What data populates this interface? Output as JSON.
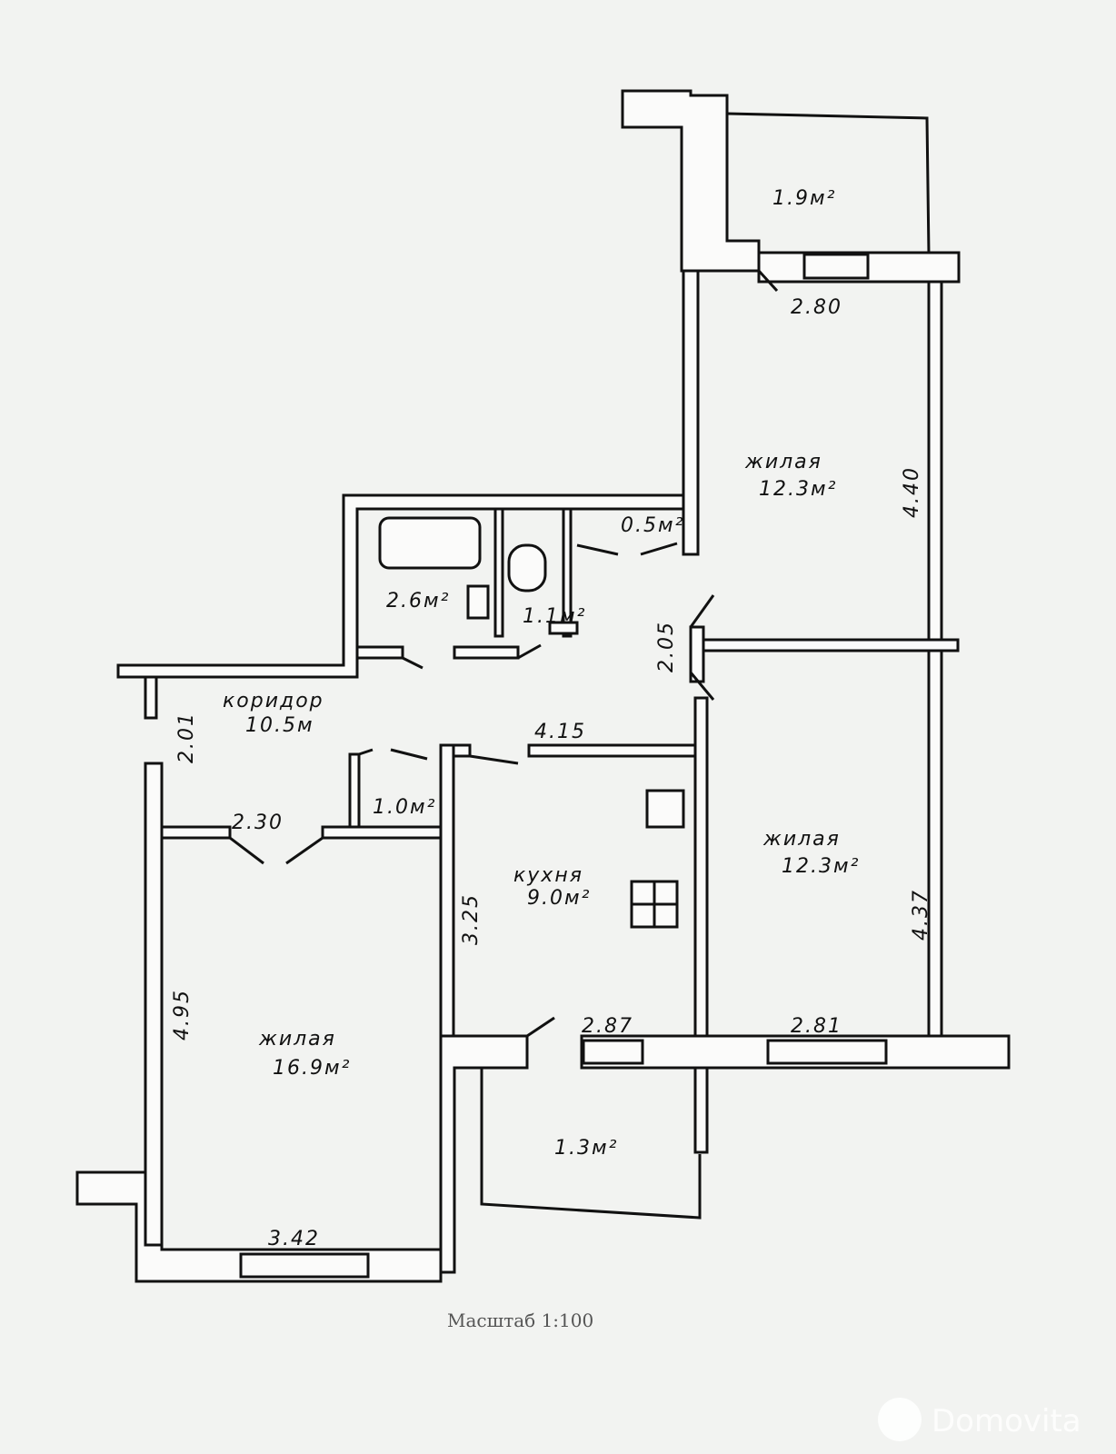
{
  "rooms": {
    "balcony_top": "1.9м²",
    "bedroom_top_label": "жилая",
    "bedroom_top_area": "12.3м²",
    "wardrobe": "0.5м²",
    "bathroom": "2.6м²",
    "toilet": "1.1м²",
    "corridor_label": "коридор",
    "corridor_area": "10.5м",
    "closet": "1.0м²",
    "kitchen_label": "кухня",
    "kitchen_area": "9.0м²",
    "bedroom_mid_label": "жилая",
    "bedroom_mid_area": "12.3м²",
    "living_label": "жилая",
    "living_area": "16.9м²",
    "balcony_bottom": "1.3м²"
  },
  "dimensions": {
    "d280": "2.80",
    "d440": "4.40",
    "d205": "2.05",
    "d201": "2.01",
    "d415": "4.15",
    "d230": "2.30",
    "d325": "3.25",
    "d437": "4.37",
    "d287": "2.87",
    "d281": "2.81",
    "d495": "4.95",
    "d342": "3.42"
  },
  "scale": "Масштаб 1:100",
  "watermark": "Domovita"
}
